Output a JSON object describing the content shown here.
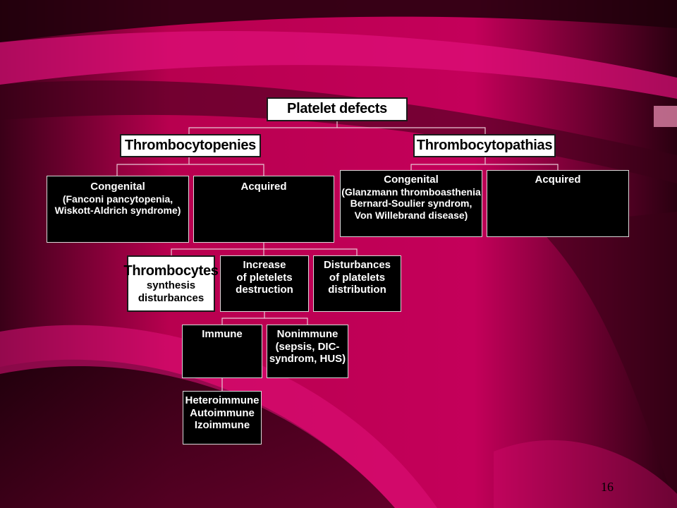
{
  "nodes": {
    "root": {
      "lines": [
        "Platelet defects"
      ]
    },
    "thrombocytopenies": {
      "lines": [
        "Thrombocytopenies"
      ]
    },
    "thrombocytopathias": {
      "lines": [
        "Thrombocytopathias"
      ]
    },
    "tp_congenital": {
      "lines": [
        "Congenital",
        "(Fanconi pancytopenia,",
        "Wiskott-Aldrich syndrome)"
      ]
    },
    "tp_acquired": {
      "lines": [
        "Acquired"
      ]
    },
    "tpa_congenital": {
      "lines": [
        "Congenital",
        "(Glanzmann thromboasthenia",
        "Bernard-Soulier syndrom,",
        "Von Willebrand disease)"
      ]
    },
    "tpa_acquired": {
      "lines": [
        "Acquired"
      ]
    },
    "synthesis": {
      "lines": [
        "Thrombocytes",
        "synthesis",
        "disturbances"
      ]
    },
    "destruction": {
      "lines": [
        "Increase",
        "of pletelets",
        "destruction"
      ]
    },
    "distribution": {
      "lines": [
        "Disturbances",
        "of platelets",
        "distribution"
      ]
    },
    "immune": {
      "lines": [
        "Immune"
      ]
    },
    "nonimmune": {
      "lines": [
        "Nonimmune",
        "(sepsis, DIC-",
        "syndrom, HUS)"
      ]
    },
    "immune_types": {
      "lines": [
        "Heteroimmune",
        "Autoimmune",
        "Izoimmune"
      ]
    }
  },
  "page_number": "16",
  "colors": {
    "background": "#b5004f",
    "dark": "#2a0012",
    "box_dark": "#000000",
    "box_light": "#ffffff",
    "connector": "#e8c8d4"
  }
}
